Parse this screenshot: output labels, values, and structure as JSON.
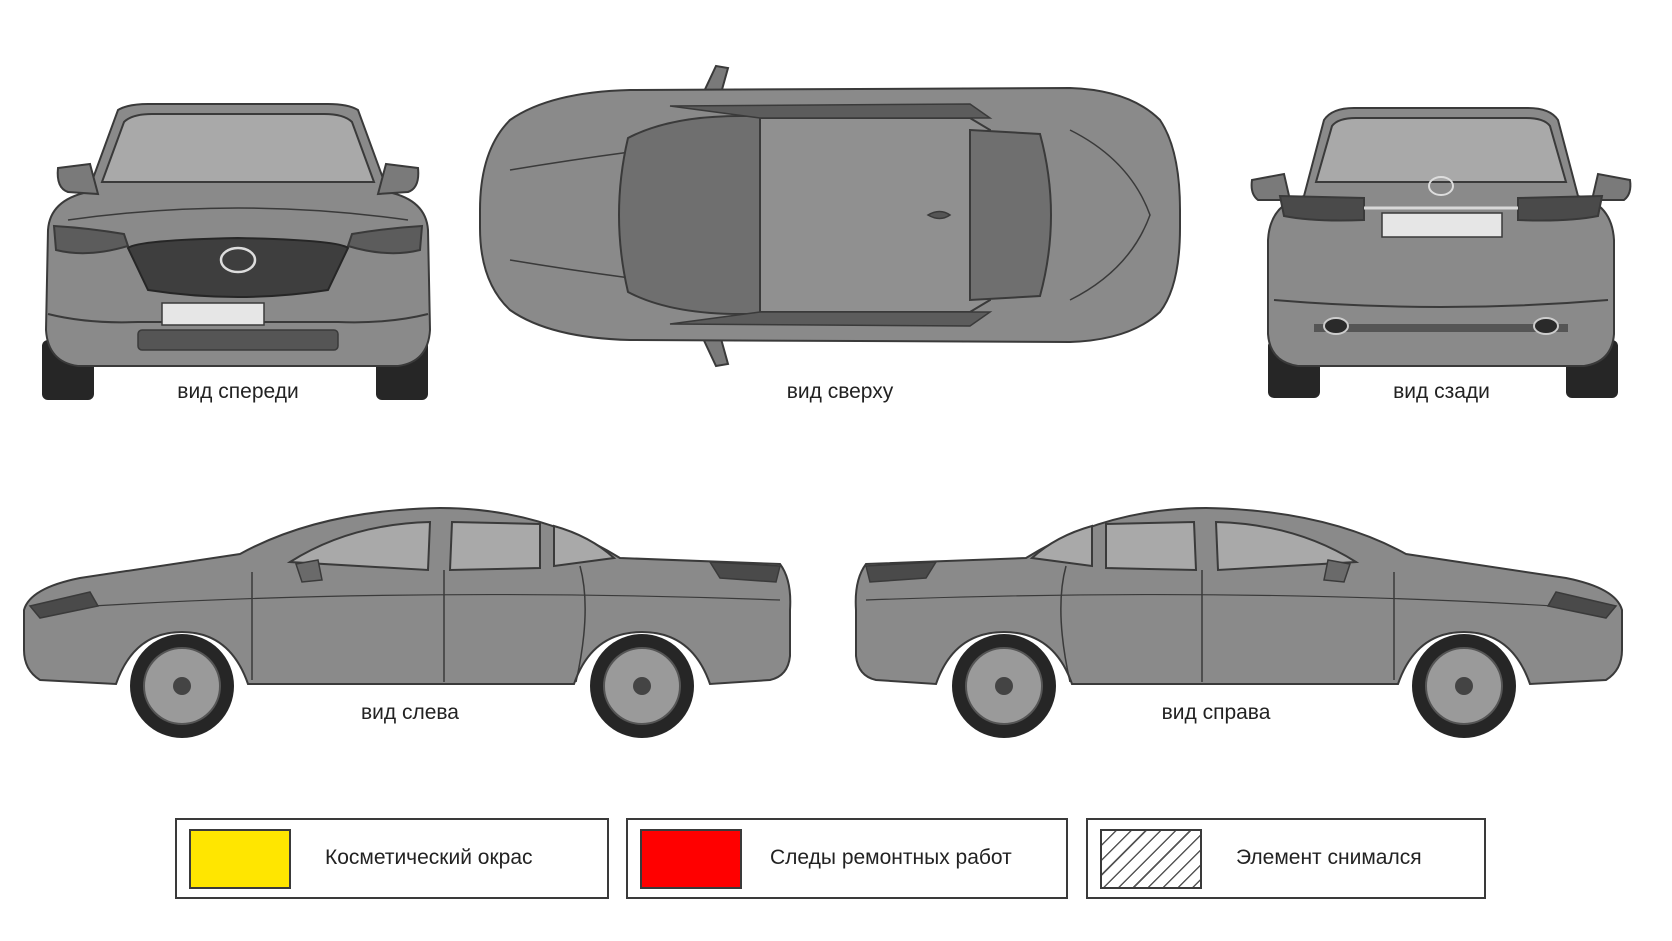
{
  "views": {
    "front": {
      "caption": "вид спереди"
    },
    "top": {
      "caption": "вид сверху"
    },
    "rear": {
      "caption": "вид сзади"
    },
    "left": {
      "caption": "вид слева"
    },
    "right": {
      "caption": "вид справа"
    }
  },
  "legend": [
    {
      "label": "Косметический окрас",
      "color": "#ffe600",
      "pattern": "solid"
    },
    {
      "label": "Следы ремонтных работ",
      "color": "#ff0000",
      "pattern": "solid"
    },
    {
      "label": "Элемент снимался",
      "color": "#ffffff",
      "pattern": "hatched"
    }
  ],
  "colors": {
    "body": "#8a8a8a",
    "body_dark": "#6f6f6f",
    "glass": "#a9a9a9",
    "outline": "#3a3a3a",
    "tire": "#262626",
    "rim": "#9a9a9a"
  }
}
